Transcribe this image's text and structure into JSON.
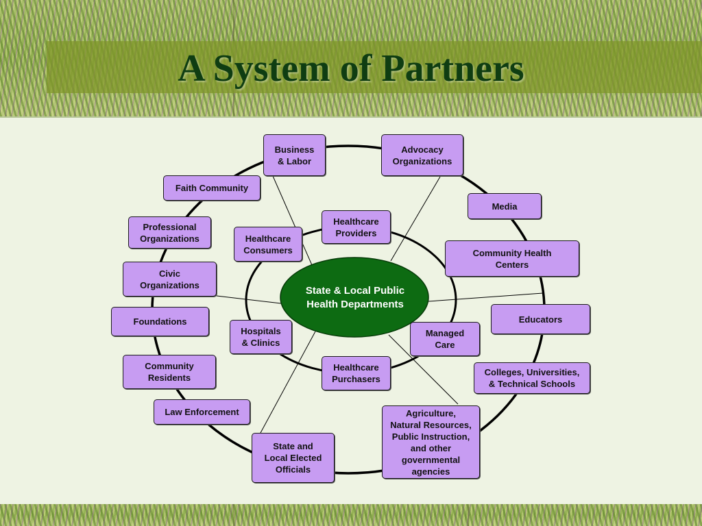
{
  "slide": {
    "title": "A System of Partners",
    "colors": {
      "box_fill": "#c79cf2",
      "center_fill": "#0d6b12",
      "title_text": "#0f3d12"
    }
  },
  "diagram": {
    "center": "State & Local Public\nHealth Departments",
    "inner": {
      "healthcare_providers": "Healthcare\nProviders",
      "healthcare_consumers": "Healthcare\nConsumers",
      "hospitals_clinics": "Hospitals\n& Clinics",
      "healthcare_purchasers": "Healthcare\nPurchasers",
      "managed_care": "Managed\nCare"
    },
    "outer": {
      "business_labor": "Business\n& Labor",
      "advocacy_organizations": "Advocacy\nOrganizations",
      "faith_community": "Faith Community",
      "media": "Media",
      "professional_organizations": "Professional\nOrganizations",
      "community_health_centers": "Community Health\nCenters",
      "civic_organizations": "Civic\nOrganizations",
      "educators": "Educators",
      "foundations": "Foundations",
      "community_residents": "Community\nResidents",
      "colleges": "Colleges, Universities,\n& Technical Schools",
      "law_enforcement": "Law Enforcement",
      "elected_officials": "State and\nLocal Elected\nOfficials",
      "agencies": "Agriculture,\nNatural Resources,\nPublic Instruction,\nand other\ngovernmental\nagencies"
    }
  }
}
